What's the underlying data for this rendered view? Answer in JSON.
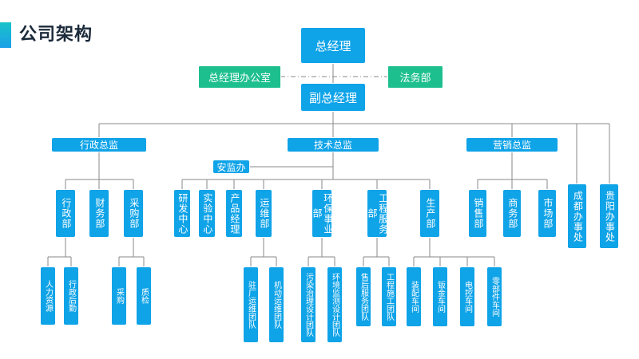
{
  "slide": {
    "title": "公司架构"
  },
  "org": {
    "gm": "总经理",
    "gm_office": "总经理办公室",
    "legal": "法务部",
    "vgm": "副总经理",
    "admin_director": "行政总监",
    "tech_director": "技术总监",
    "sales_director": "营销总监",
    "chengdu": "成都办事处",
    "guiyang": "贵阳办事处",
    "safety": "安监办",
    "admin_depts": [
      "行政部",
      "财务部",
      "采购部"
    ],
    "admin_teams": [
      "人力资源",
      "行政后勤"
    ],
    "purchase_teams": [
      "采购",
      "质检"
    ],
    "tech_depts": [
      "研发中心",
      "实验中心",
      "产品经理",
      "运维部",
      "环保事业部",
      "工程服务部",
      "生产部"
    ],
    "ops_teams": [
      "驻厂运维团队",
      "机动运维团队"
    ],
    "env_teams": [
      "污染治理设计团队",
      "环境监测设计团队"
    ],
    "eng_teams": [
      "售后服务团队",
      "工程施工团队"
    ],
    "prod_teams": [
      "装配车间",
      "钣金车间",
      "电控车间",
      "零部件车间"
    ],
    "sales_depts": [
      "销售部",
      "商务部",
      "市场部"
    ]
  }
}
